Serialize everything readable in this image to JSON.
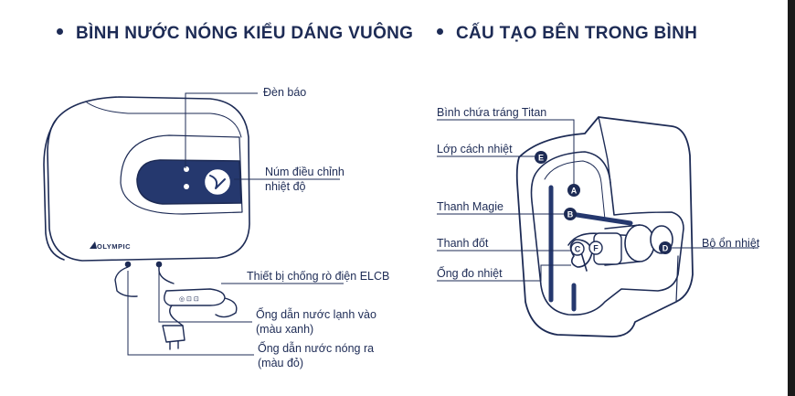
{
  "left_heading": "BÌNH NƯỚC NÓNG KIỂU DÁNG VUÔNG",
  "right_heading": "CẤU TẠO BÊN TRONG BÌNH",
  "brand": "OLYMPIC",
  "left_labels": {
    "indicator": "Đèn báo",
    "knob_line1": "Núm điều chỉnh",
    "knob_line2": "nhiệt độ",
    "elcb": "Thiết bị chống rò điện ELCB",
    "cold_line1": "Ống dẫn nước lạnh vào",
    "cold_line2": "(màu xanh)",
    "hot_line1": "Ống dẫn nước nóng ra",
    "hot_line2": "(màu đỏ)"
  },
  "right_labels": {
    "tank": "Bình chứa tráng Titan",
    "insulation": "Lớp cách nhiệt",
    "magnesium": "Thanh Magie",
    "heater": "Thanh đốt",
    "thermo_tube": "Ống đo nhiệt",
    "thermostat": "Bộ ổn nhiệt"
  },
  "markers": [
    "A",
    "B",
    "C",
    "D",
    "E",
    "F"
  ],
  "colors": {
    "navy": "#1d2b55",
    "accent": "#2a3d7a"
  }
}
